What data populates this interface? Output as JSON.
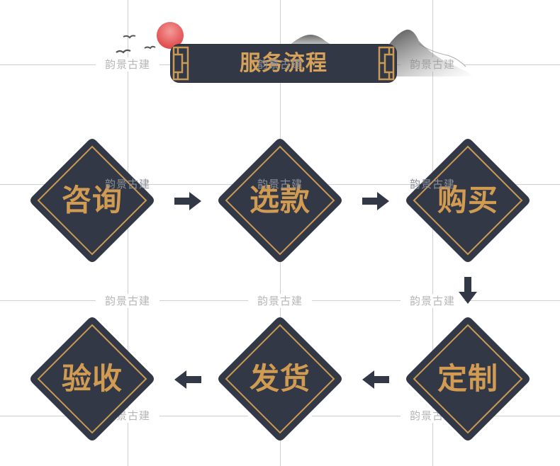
{
  "watermark": "韵景古建",
  "header": {
    "title": "服务流程"
  },
  "steps": [
    {
      "label": "咨询"
    },
    {
      "label": "选款"
    },
    {
      "label": "购买"
    },
    {
      "label": "定制"
    },
    {
      "label": "发货"
    },
    {
      "label": "验收"
    }
  ],
  "colors": {
    "navy": "#323845",
    "gold": "#d29b52",
    "sun": "#e04a4a",
    "watermark": "#b6b6b6"
  }
}
